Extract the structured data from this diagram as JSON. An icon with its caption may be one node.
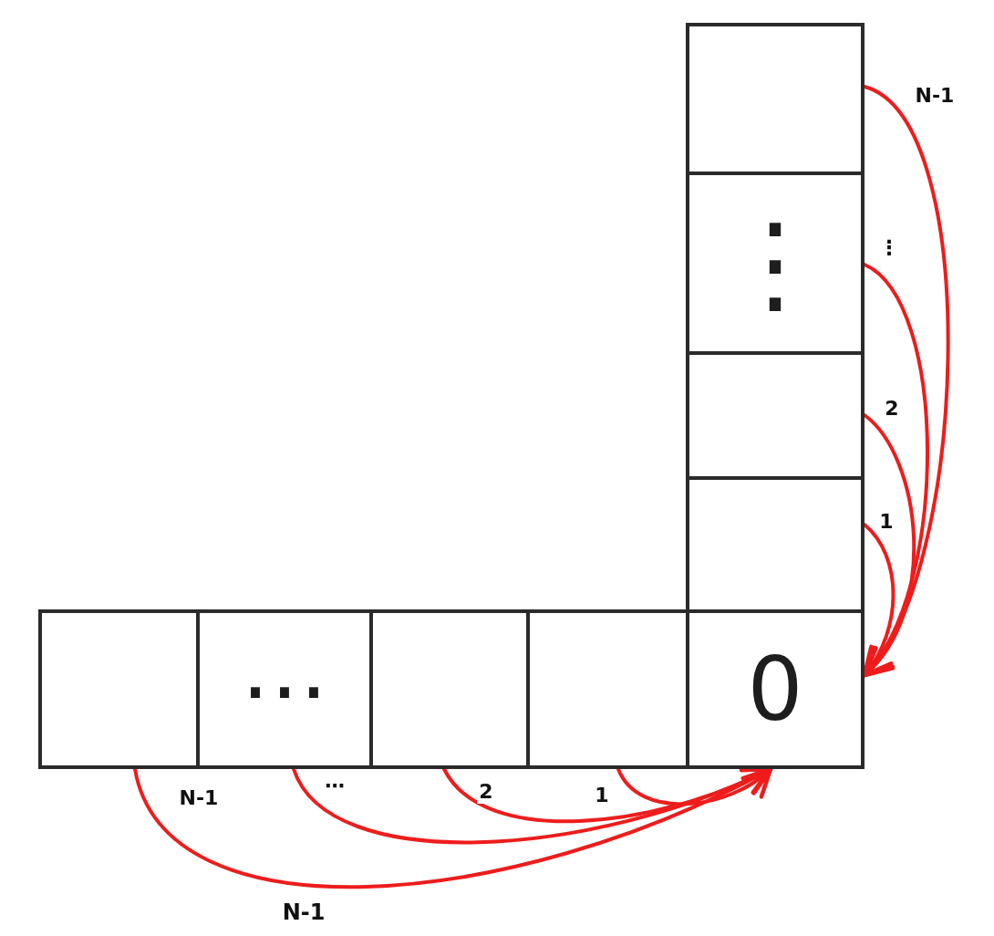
{
  "diagram": {
    "nodes": [
      {
        "text": [],
        "shape": "box"
      },
      {
        "text": [
          "⋮"
        ]
      },
      {
        "text": [],
        "shape": "box"
      },
      {
        "text": [],
        "shape": "box"
      },
      {
        "text": [],
        "shape": "box"
      },
      {
        "text": [
          "⋯"
        ]
      },
      {
        "text": [],
        "shape": "box"
      },
      {
        "text": [],
        "shape": "box"
      },
      {
        "text": [
          "0"
        ]
      }
    ],
    "edges": [
      {
        "from": 0,
        "to": 8,
        "arrow": "to",
        "label": "N-1"
      },
      {
        "from": 1,
        "to": 8,
        "arrow": "to",
        "label": "⋮"
      },
      {
        "from": 2,
        "to": 8,
        "arrow": "to",
        "label": "2"
      },
      {
        "from": 3,
        "to": 8,
        "arrow": "to",
        "label": "1"
      },
      {
        "from": 4,
        "to": 8,
        "arrow": "to",
        "label": "N-1"
      },
      {
        "from": 5,
        "to": 8,
        "arrow": "to",
        "label": "⋯"
      },
      {
        "from": 6,
        "to": 8,
        "arrow": "to",
        "label": "2"
      },
      {
        "from": 7,
        "to": 8,
        "arrow": "to",
        "label": "1"
      }
    ],
    "labels": [
      "N-1"
    ]
  }
}
